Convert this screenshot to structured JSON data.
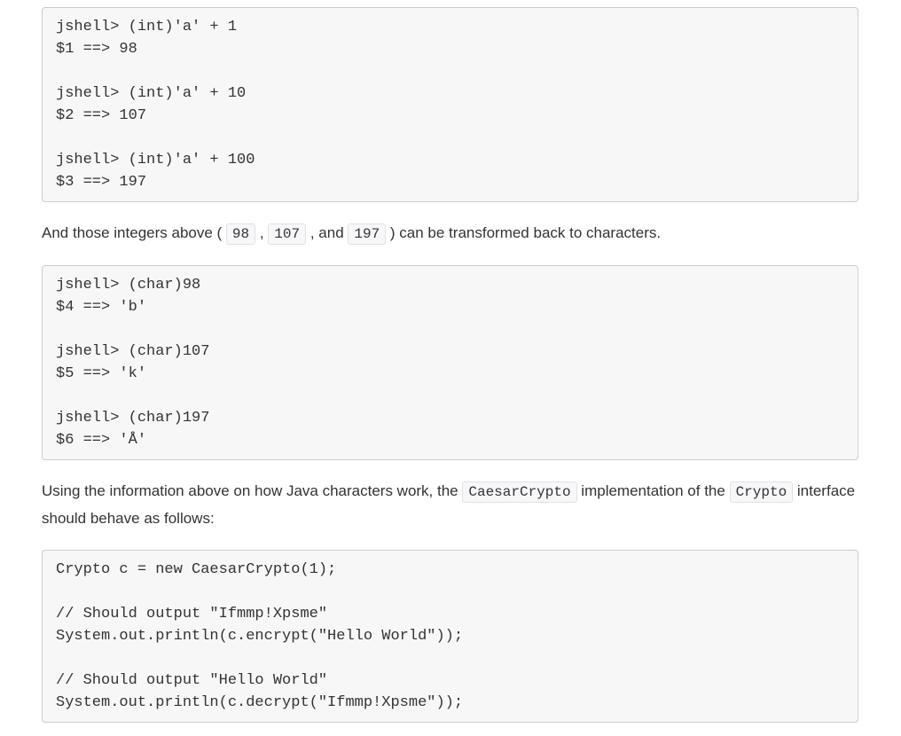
{
  "style": {
    "page_background": "#ffffff",
    "text_color": "#333333",
    "code_block_background": "#f7f7f7",
    "code_block_border": "#cccccc",
    "inline_code_background": "#f7f7f9",
    "inline_code_border": "#e1e1e8"
  },
  "blocks": {
    "jshell_int_cast": "jshell> (int)'a' + 1\n$1 ==> 98\n\njshell> (int)'a' + 10\n$2 ==> 107\n\njshell> (int)'a' + 100\n$3 ==> 197",
    "jshell_char_cast": "jshell> (char)98\n$4 ==> 'b'\n\njshell> (char)107\n$5 ==> 'k'\n\njshell> (char)197\n$6 ==> 'Å'",
    "caesar_example": "Crypto c = new CaesarCrypto(1);\n\n// Should output \"Ifmmp!Xpsme\"\nSystem.out.println(c.encrypt(\"Hello World\"));\n\n// Should output \"Hello World\"\nSystem.out.println(c.decrypt(\"Ifmmp!Xpsme\"));"
  },
  "paragraph_integers": {
    "part1": "And those integers above ( ",
    "code1": "98",
    "part2": " , ",
    "code2": "107",
    "part3": " , and ",
    "code3": "197",
    "part4": " ) can be transformed back to characters."
  },
  "paragraph_crypto": {
    "part1": "Using the information above on how Java characters work, the ",
    "code1": "CaesarCrypto",
    "part2": " implementation of the ",
    "code2": "Crypto",
    "part3": " interface should behave as follows:"
  }
}
